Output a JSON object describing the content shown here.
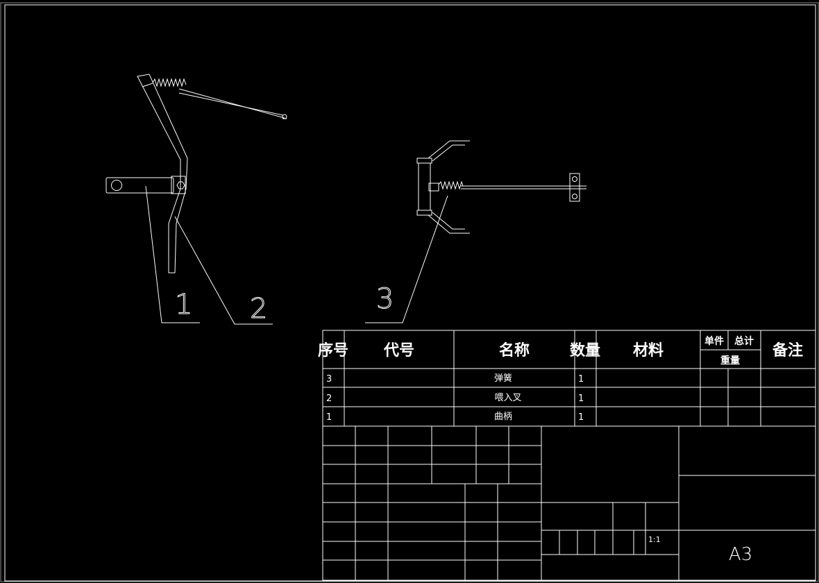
{
  "balloons": [
    "1",
    "2",
    "3"
  ],
  "table": {
    "headers": {
      "index": "序号",
      "code": "代号",
      "name": "名称",
      "qty": "数量",
      "material": "材料",
      "unit_weight": "单件",
      "total_weight": "总计",
      "weight": "重量",
      "remarks": "备注"
    },
    "rows": [
      {
        "index": "3",
        "name": "弹簧",
        "qty": "1"
      },
      {
        "index": "2",
        "name": "喂入叉",
        "qty": "1"
      },
      {
        "index": "1",
        "name": "曲柄",
        "qty": "1"
      }
    ]
  },
  "title_block": {
    "scale": "1:1",
    "sheet_size": "A3"
  },
  "colors": {
    "background": "#000000",
    "lines": "#ffffff"
  }
}
